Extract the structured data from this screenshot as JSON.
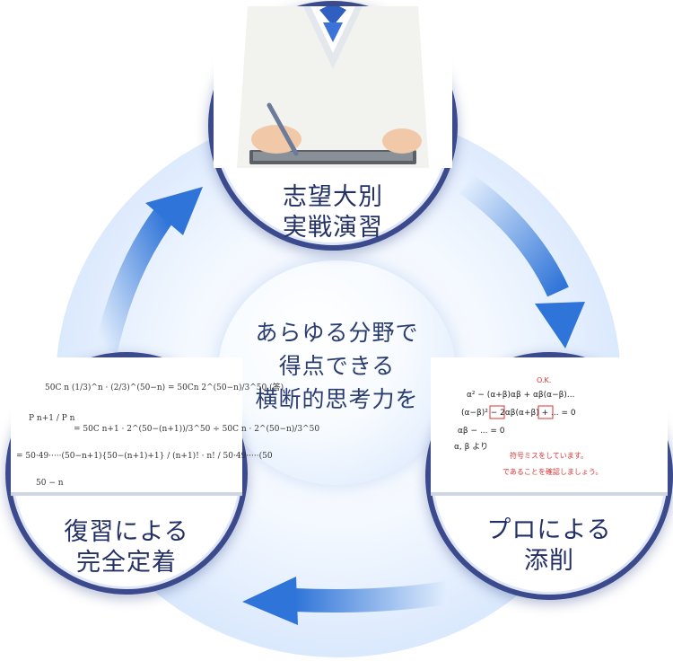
{
  "center": {
    "lines": [
      "あらゆる分野で",
      "得点できる",
      "横断的思考力を"
    ]
  },
  "nodes": {
    "top": {
      "line1": "志望大別",
      "line2": "実戦演習"
    },
    "right": {
      "line1": "プロによる",
      "line2": "添削"
    },
    "left": {
      "line1": "復習による",
      "line2": "完全定着"
    }
  },
  "math_sheet": {
    "row1": "50C n (1/3)^n · (2/3)^(50−n) = 50Cn 2^(50−n)/3^50 (答)",
    "row2_lhs": "P n+1 / P n",
    "row2_rhs": "= 50C n+1 · 2^(50−(n+1))/3^50 ÷ 50C n · 2^(50−n)/3^50",
    "row3": "= 50·49·····(50−n+1){50−(n+1)+1} / (n+1)! · n! / 50·49·····(50",
    "row4": "50 − n"
  },
  "correction_sheet": {
    "line1": "α² − (α+β)αβ + αβ(α−β)...",
    "line2": "(α−β)² − 2αβ(α+β) + ... = 0",
    "line3": "αβ − ... = 0",
    "line4": "α, β より",
    "note1": "符号ミスをしています。",
    "note2": "であることを確認しましょう。",
    "ok": "O.K."
  },
  "colors": {
    "ring_border": "#3b4a8c",
    "text": "#233066",
    "arrow_dark": "#2f74d8",
    "arrow_light": "#d3e6fc"
  },
  "icons": [
    "cycle-arrow-icon"
  ]
}
